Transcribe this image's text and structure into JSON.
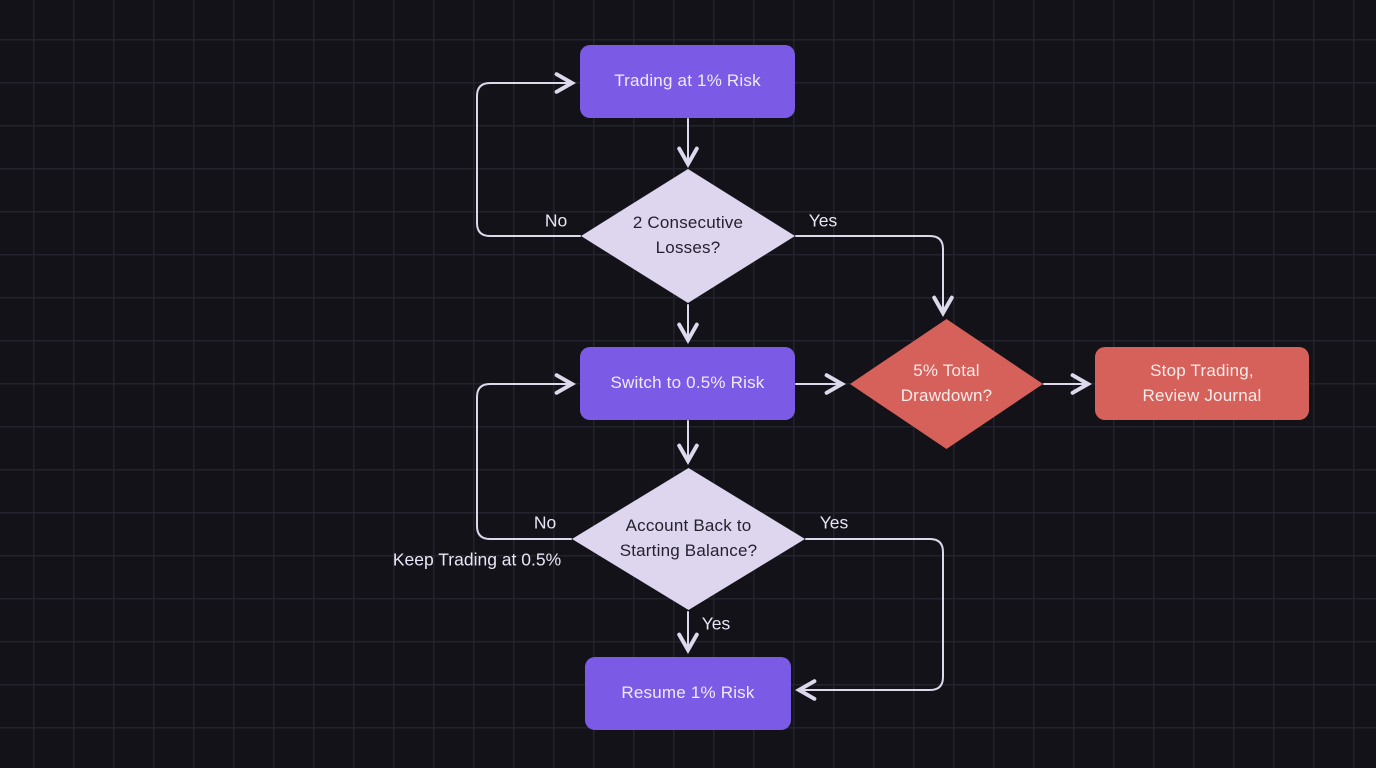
{
  "flowchart": {
    "nodes": [
      {
        "id": "trading-1pct-risk",
        "type": "process",
        "label": "Trading at 1% Risk",
        "fill": "#7b5be6"
      },
      {
        "id": "two-consecutive-losses",
        "type": "decision",
        "label": "2 Consecutive Losses?",
        "fill": "#ded6ef"
      },
      {
        "id": "switch-to-05pct-risk",
        "type": "process",
        "label": "Switch to 0.5% Risk",
        "fill": "#7b5be6"
      },
      {
        "id": "five-pct-total-drawdown",
        "type": "decision",
        "label": "5% Total Drawdown?",
        "fill": "#d6605a"
      },
      {
        "id": "stop-trading-review",
        "type": "process",
        "label": "Stop Trading, Review Journal",
        "fill": "#d6605a"
      },
      {
        "id": "account-back-to-start",
        "type": "decision",
        "label": "Account Back to Starting Balance?",
        "fill": "#ded6ef"
      },
      {
        "id": "resume-1pct-risk",
        "type": "process",
        "label": "Resume 1% Risk",
        "fill": "#7b5be6"
      }
    ],
    "edges": [
      {
        "from": "trading-1pct-risk",
        "to": "two-consecutive-losses",
        "label": ""
      },
      {
        "from": "two-consecutive-losses",
        "to": "trading-1pct-risk",
        "label": "No"
      },
      {
        "from": "two-consecutive-losses",
        "to": "switch-to-05pct-risk",
        "label": ""
      },
      {
        "from": "two-consecutive-losses",
        "to": "five-pct-total-drawdown",
        "label": "Yes"
      },
      {
        "from": "switch-to-05pct-risk",
        "to": "five-pct-total-drawdown",
        "label": ""
      },
      {
        "from": "five-pct-total-drawdown",
        "to": "stop-trading-review",
        "label": ""
      },
      {
        "from": "switch-to-05pct-risk",
        "to": "account-back-to-start",
        "label": ""
      },
      {
        "from": "account-back-to-start",
        "to": "switch-to-05pct-risk",
        "label": "No",
        "annotation": "Keep Trading at 0.5%"
      },
      {
        "from": "account-back-to-start",
        "to": "resume-1pct-risk",
        "label": "Yes"
      },
      {
        "from": "account-back-to-start",
        "to": "resume-1pct-risk",
        "label": "Yes"
      }
    ]
  },
  "palette": {
    "background": "#121218",
    "grid_line": "#23232e",
    "process_purple": "#7b5be6",
    "decision_lavender": "#ded6ef",
    "alert_red": "#d6605a",
    "connector_line": "#ddd8ec",
    "label_text": "#e9e5f6"
  }
}
